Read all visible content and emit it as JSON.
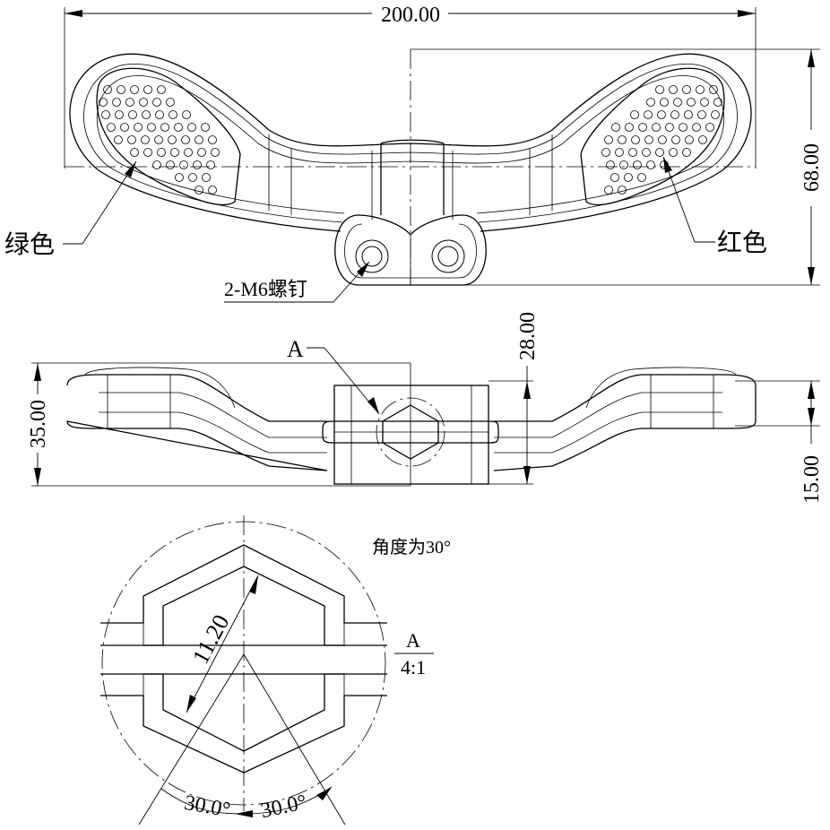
{
  "dimensions": {
    "overall_width": "200.00",
    "top_height": "68.00",
    "boss_height": "28.00",
    "total_height": "35.00",
    "end_height": "15.00",
    "hex_size": "11.20",
    "angle_left": "30.0°",
    "angle_right": "30.0°"
  },
  "labels": {
    "green": "绿色",
    "red": "红色",
    "screws": "2-M6螺钉",
    "section_mark": "A",
    "detail_name": "A",
    "detail_scale": "4:1",
    "angle_note": "角度为30°"
  },
  "colors": {
    "line": "#000000",
    "background": "#ffffff"
  }
}
